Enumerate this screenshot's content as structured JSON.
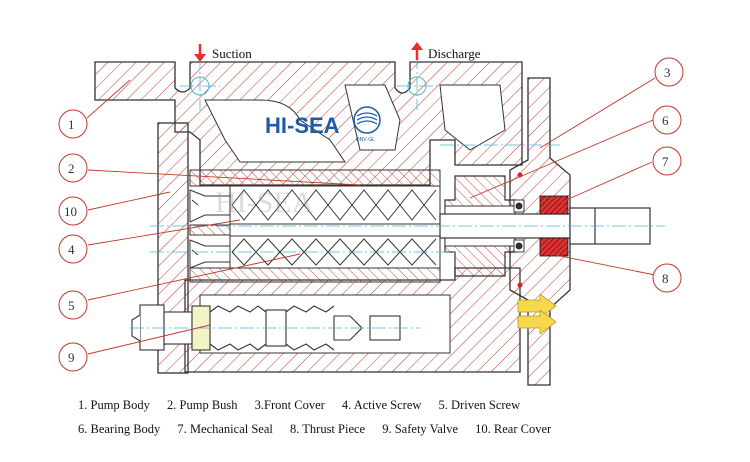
{
  "header": {
    "suction_label": "Suction",
    "discharge_label": "Discharge"
  },
  "logo": {
    "brand": "HI-SEA",
    "cert_mark": "DNV·GL",
    "watermark": "HI-SEA"
  },
  "callouts": [
    "1",
    "2",
    "3",
    "4",
    "5",
    "6",
    "7",
    "8",
    "9",
    "10"
  ],
  "legend": {
    "row1": [
      "1. Pump Body",
      "2. Pump Bush",
      "3.Front Cover",
      "4. Active Screw",
      "5. Driven Screw"
    ],
    "row2": [
      "6. Bearing Body",
      "7. Mechanical Seal",
      "8. Thrust Piece",
      "9. Safety Valve",
      "10. Rear Cover"
    ]
  },
  "colors": {
    "hatch": "#c0392b",
    "outline": "#333333",
    "centerline": "#4fb3d9",
    "arrow": "#e8302a",
    "logo_blue": "#1d5aa8",
    "seal_red": "#d62020",
    "flow_yellow": "#f5d84b"
  }
}
